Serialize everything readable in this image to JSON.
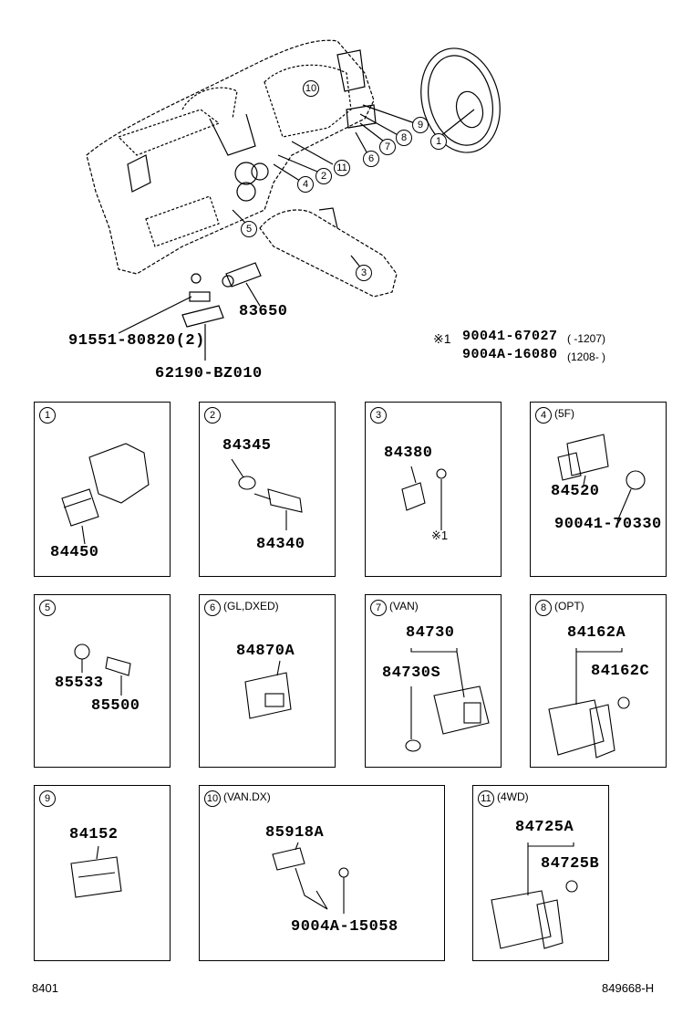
{
  "overview": {
    "parts": [
      {
        "id": "p91551",
        "label": "91551-80820(2)"
      },
      {
        "id": "p62190",
        "label": "62190-BZ010"
      },
      {
        "id": "p83650",
        "label": "83650"
      }
    ],
    "callouts": [
      "1",
      "2",
      "3",
      "4",
      "5",
      "6",
      "7",
      "8",
      "9",
      "10",
      "11"
    ],
    "notes": {
      "mark": "※1",
      "line1_part": "90041-67027",
      "line1_range": "(    -1207)",
      "line2_part": "9004A-16080",
      "line2_range": "(1208-    )"
    }
  },
  "panels": [
    {
      "num": "1",
      "note": "",
      "labels": [
        "84450"
      ]
    },
    {
      "num": "2",
      "note": "",
      "labels": [
        "84345",
        "84340"
      ]
    },
    {
      "num": "3",
      "note": "",
      "labels": [
        "84380",
        "※1"
      ]
    },
    {
      "num": "4",
      "note": "(5F)",
      "labels": [
        "84520",
        "90041-70330"
      ]
    },
    {
      "num": "5",
      "note": "",
      "labels": [
        "85533",
        "85500"
      ]
    },
    {
      "num": "6",
      "note": "(GL,DXED)",
      "labels": [
        "84870A"
      ]
    },
    {
      "num": "7",
      "note": "(VAN)",
      "labels": [
        "84730",
        "84730S"
      ]
    },
    {
      "num": "8",
      "note": "(OPT)",
      "labels": [
        "84162A",
        "84162C"
      ]
    },
    {
      "num": "9",
      "note": "",
      "labels": [
        "84152"
      ]
    },
    {
      "num": "10",
      "note": "(VAN.DX)",
      "labels": [
        "85918A",
        "9004A-15058"
      ]
    },
    {
      "num": "11",
      "note": "(4WD)",
      "labels": [
        "84725A",
        "84725B"
      ]
    }
  ],
  "footer": {
    "left": "8401",
    "right": "849668-H"
  }
}
